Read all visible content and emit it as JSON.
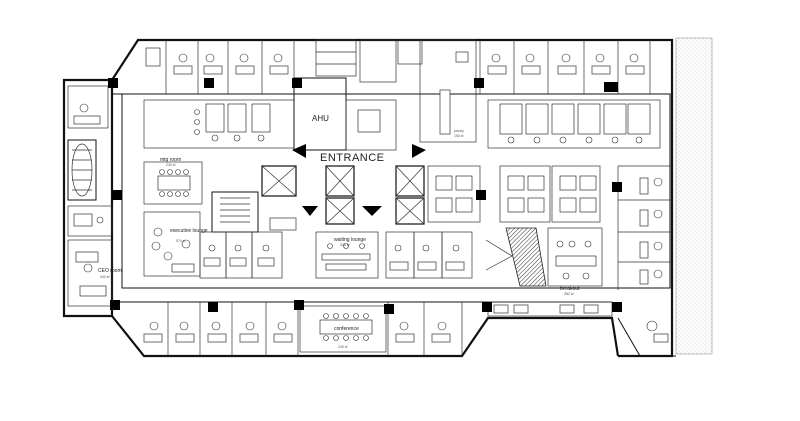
{
  "plan": {
    "labels": {
      "entrance": "ENTRANCE",
      "ahu": "AHU",
      "mtg_room": "mtg room",
      "mtg_room_area": "240 sf",
      "executive_lounge": "executive lounge",
      "executive_lounge_area": "574 sf",
      "waiting_lounge": "waiting lounge",
      "waiting_lounge_area": "325 sf",
      "breakout": "breakout",
      "breakout_area": "382 sf",
      "conference": "conference",
      "conference_area": "240 sf",
      "ceo_room": "CEO room",
      "ceo_room_area": "340 sf",
      "pantry": "pantry",
      "pantry_area": "150 sf"
    }
  }
}
